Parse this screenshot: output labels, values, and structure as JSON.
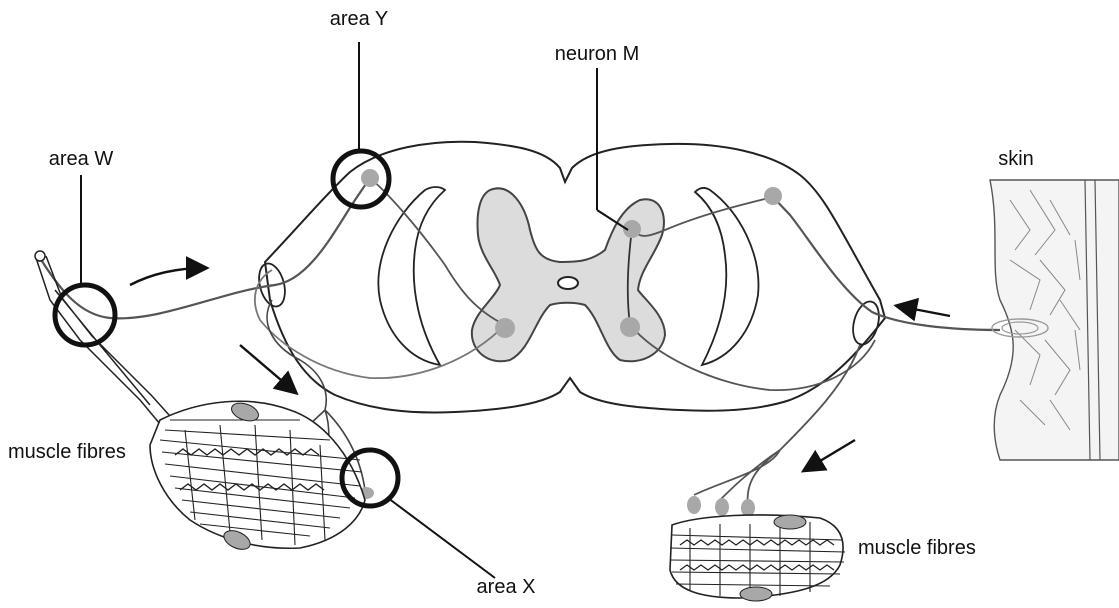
{
  "labels": {
    "area_w": "area W",
    "area_y": "area Y",
    "area_x": "area X",
    "neuron_m": "neuron M",
    "skin": "skin",
    "muscle_fibres_left": "muscle fibres",
    "muscle_fibres_right": "muscle fibres"
  },
  "colors": {
    "grey_matter": "#dcdcdc",
    "cell_body": "#a8a8a8",
    "outline": "#222222",
    "nerve": "#555555",
    "highlight_ring": "#111111"
  }
}
